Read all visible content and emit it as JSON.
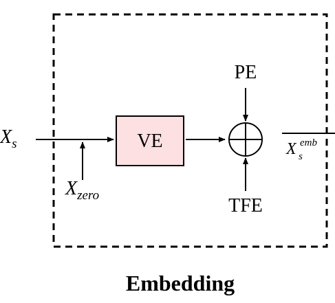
{
  "diagram": {
    "title": "Embedding",
    "input_label": {
      "base": "X",
      "subscript": "s"
    },
    "zero_label": {
      "base": "X",
      "subscript": "zero"
    },
    "output_label": {
      "base": "X",
      "subscript": "s",
      "superscript": "emb"
    },
    "ve_block": {
      "label": "VE",
      "fill_color": "#fde0e2",
      "border_color": "#000000"
    },
    "pe_label": "PE",
    "tfe_label": "TFE",
    "adder_symbol": "circle-plus-icon",
    "frame_style": "dashed"
  }
}
